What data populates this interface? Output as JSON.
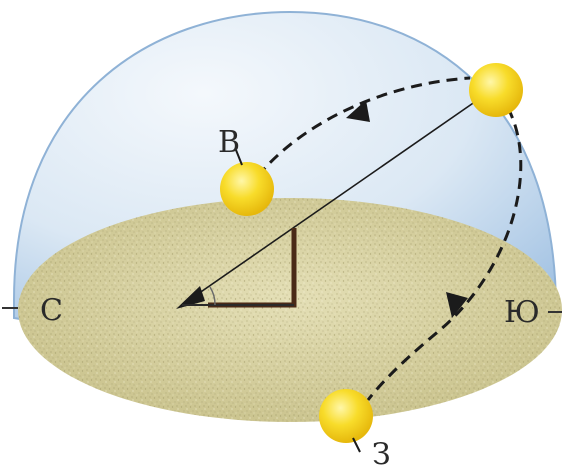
{
  "labels": {
    "east": "В",
    "north": "С",
    "south": "Ю",
    "west": "З"
  },
  "colors": {
    "dome": "#bcd6ee",
    "ground": "#d9d4a4",
    "sun": "#f6d21e",
    "path": "#1b1b1b",
    "gnomon": "#4a2a18"
  }
}
